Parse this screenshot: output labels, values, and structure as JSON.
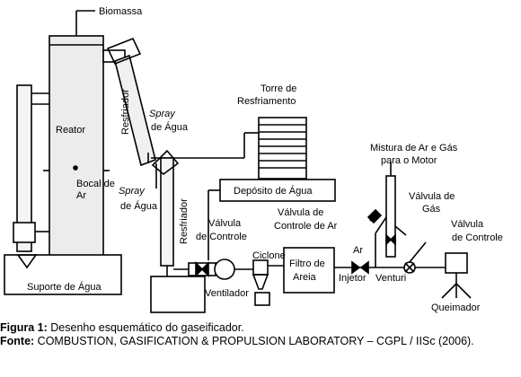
{
  "labels": {
    "biomass": "Biomassa",
    "reactor": "Reator",
    "nozzle": "Bocal de",
    "nozzle_air": "Ar",
    "water_support": "Suporte de Água",
    "cooler_1": "Resfriador",
    "spray_1": "Spray",
    "spray_1_water": "de Água",
    "spray_2": "Spray",
    "spray_2_water": "de Água",
    "tower_1": "Torre de",
    "tower_2": "Resfriamento",
    "water_tank": "Depósito de Água",
    "cooler_2": "Resfriador",
    "control_valve_1a": "Válvula",
    "control_valve_1b": "de Controle",
    "cyclone": "Ciclone",
    "fan": "Ventilador",
    "sand_filter_1": "Filtro de",
    "sand_filter_2": "Areia",
    "injector": "Injetor",
    "venturi": "Venturi",
    "air_control_valve_1": "Válvula de",
    "air_control_valve_2": "Controle de Ar",
    "air": "Ar",
    "mix_1": "Mistura de Ar e Gás",
    "mix_2": "para o Motor",
    "gas_valve_1": "Válvula de",
    "gas_valve_2": "Gás",
    "control_valve_2a": "Válvula",
    "control_valve_2b": "de Controle",
    "burner": "Queimador"
  },
  "caption": {
    "figure_label": "Figura 1:",
    "figure_text": " Desenho esquemático do gaseificador.",
    "source_label": "Fonte:",
    "source_text": " COMBUSTION, GASIFICATION & PROPULSION LABORATORY – CGPL / IISc (2006)."
  }
}
